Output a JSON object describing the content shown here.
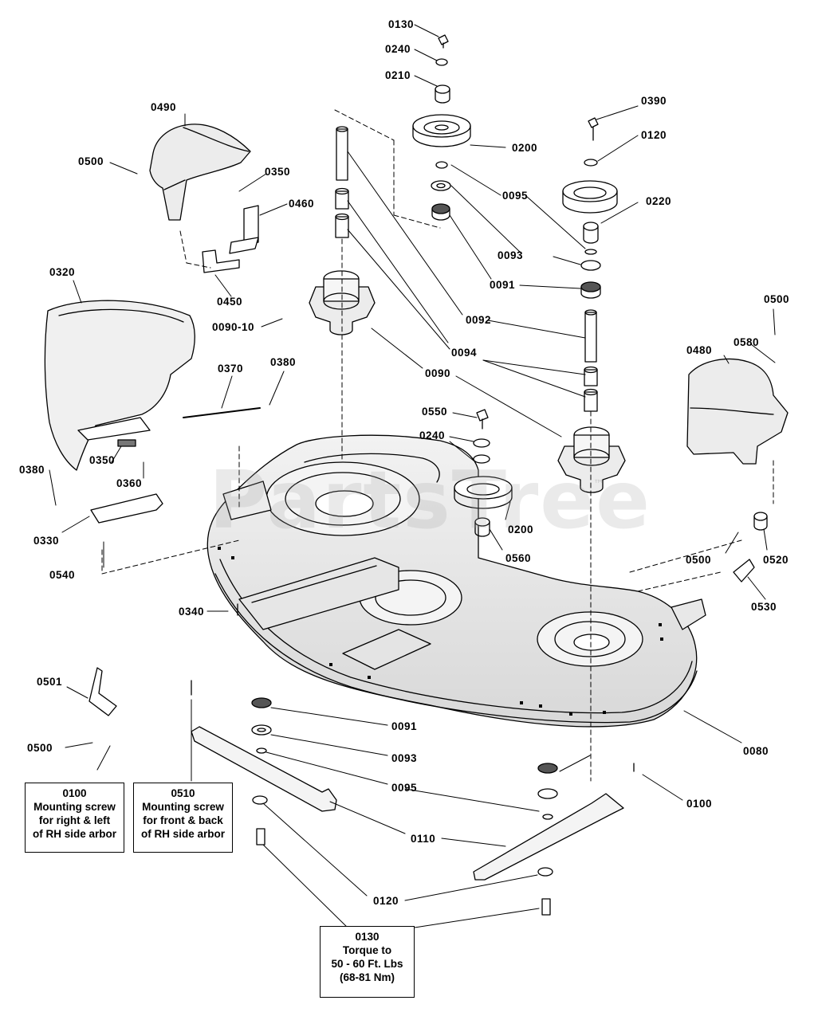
{
  "watermark": {
    "text": "PartsTree",
    "trademark": "™"
  },
  "callouts": {
    "c0130_top": "0130",
    "c0240_top": "0240",
    "c0210": "0210",
    "c0490": "0490",
    "c0390": "0390",
    "c0500_upper_left": "0500",
    "c0200_upper": "0200",
    "c0120_upper": "0120",
    "c0350_upper": "0350",
    "c0460": "0460",
    "c0095_upper": "0095",
    "c0220": "0220",
    "c0450": "0450",
    "c0093_upper": "0093",
    "c0320": "0320",
    "c0091_upper": "0091",
    "c0500_right": "0500",
    "c0090_10": "0090-10",
    "c0092": "0092",
    "c0580": "0580",
    "c0094": "0094",
    "c0480": "0480",
    "c0370": "0370",
    "c0380_upper": "0380",
    "c0090": "0090",
    "c0550": "0550",
    "c0240_mid": "0240",
    "c0350_lower": "0350",
    "c0360": "0360",
    "c0380_lower": "0380",
    "c0200_mid": "0200",
    "c0330": "0330",
    "c0560": "0560",
    "c0500_mid_right": "0500",
    "c0520": "0520",
    "c0540": "0540",
    "c0340": "0340",
    "c0530": "0530",
    "c0501": "0501",
    "c0091_lower": "0091",
    "c0080": "0080",
    "c0500_lower_left": "0500",
    "c0093_lower": "0093",
    "c0095_lower": "0095",
    "c0100": "0100",
    "c0110": "0110",
    "c0120_lower": "0120"
  },
  "notes": {
    "n0100": {
      "part": "0100",
      "lines": [
        "Mounting screw",
        "for right & left",
        "of RH side arbor"
      ]
    },
    "n0510": {
      "part": "0510",
      "lines": [
        "Mounting screw",
        "for front & back",
        "of RH side arbor"
      ]
    },
    "n0130": {
      "part": "0130",
      "lines": [
        "Torque to",
        "50 - 60 Ft. Lbs",
        "(68-81 Nm)"
      ]
    }
  }
}
